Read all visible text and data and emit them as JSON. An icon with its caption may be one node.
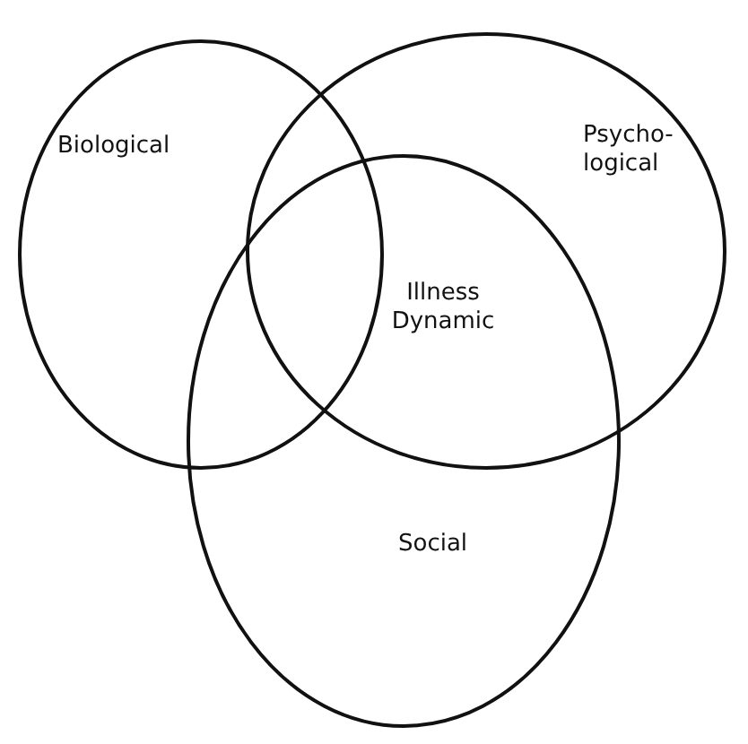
{
  "diagram": {
    "nodes": [
      {
        "text": [
          "Biological"
        ]
      },
      {
        "text": [
          "Psycho- logical"
        ]
      },
      {
        "text": [
          "Social"
        ]
      }
    ],
    "edges": [],
    "labels": [
      "Illness Dynamic"
    ]
  }
}
